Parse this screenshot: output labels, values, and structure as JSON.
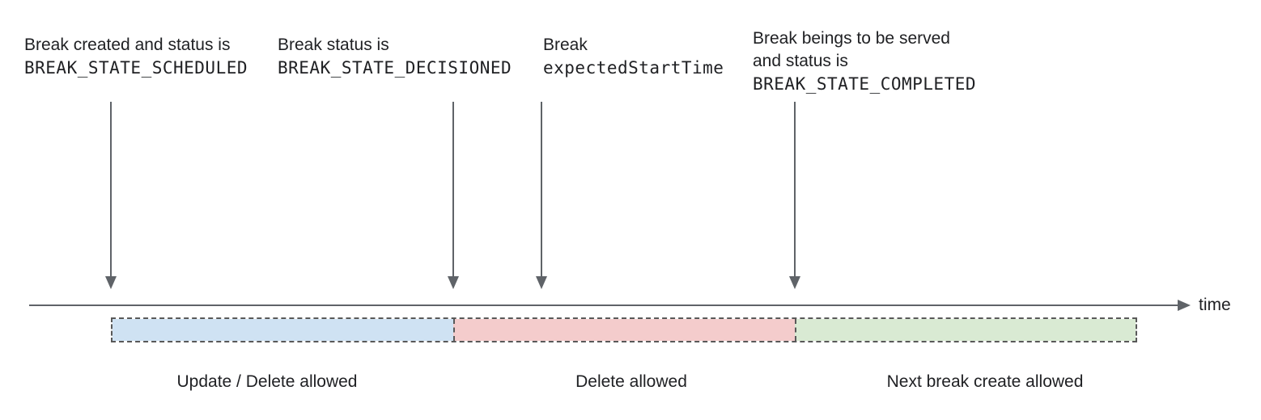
{
  "annotations": [
    {
      "lines": [
        "Break created and status is",
        "BREAK_STATE_SCHEDULED"
      ]
    },
    {
      "lines": [
        "Break status is",
        "BREAK_STATE_DECISIONED"
      ]
    },
    {
      "lines": [
        "Break",
        "expectedStartTime"
      ]
    },
    {
      "lines": [
        "Break beings to be served",
        "and status is",
        "BREAK_STATE_COMPLETED"
      ]
    }
  ],
  "timeline": {
    "axis_label": "time",
    "axis_color": "#5f6368",
    "bar_border_color": "#595959",
    "segments": [
      {
        "label": "Update / Delete allowed",
        "color": "#cfe2f3"
      },
      {
        "label": "Delete allowed",
        "color": "#f4cccc"
      },
      {
        "label": "Next break create allowed",
        "color": "#d9ead3"
      }
    ]
  },
  "text_color": "#202124"
}
